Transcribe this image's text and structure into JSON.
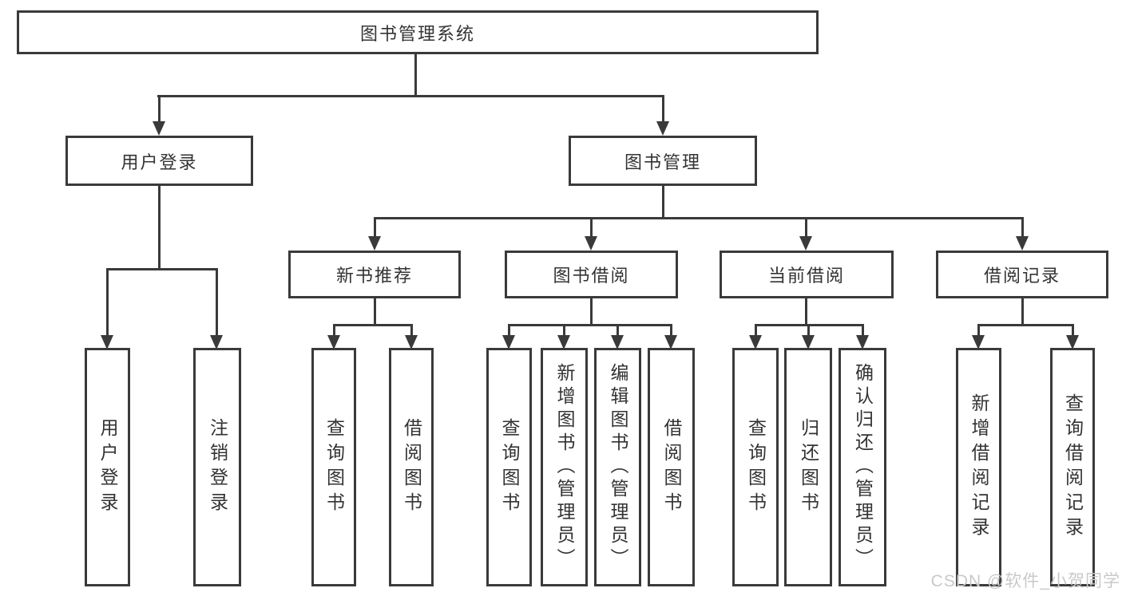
{
  "diagram": {
    "colors": {
      "line": "#3a3a3a",
      "text": "#333333",
      "watermark_text_color": "#c9c9c9",
      "background": "#ffffff"
    },
    "root": {
      "label": "图书管理系统"
    },
    "level2": [
      {
        "label": "用户登录"
      },
      {
        "label": "图书管理"
      }
    ],
    "level3": [
      {
        "label": "新书推荐",
        "parent": "图书管理"
      },
      {
        "label": "图书借阅",
        "parent": "图书管理"
      },
      {
        "label": "当前借阅",
        "parent": "图书管理"
      },
      {
        "label": "借阅记录",
        "parent": "图书管理"
      }
    ],
    "leaves": [
      {
        "label": "用户登录",
        "parent": "用户登录"
      },
      {
        "label": "注销登录",
        "parent": "用户登录"
      },
      {
        "label": "查询图书",
        "parent": "新书推荐"
      },
      {
        "label": "借阅图书",
        "parent": "新书推荐"
      },
      {
        "label": "查询图书",
        "parent": "图书借阅"
      },
      {
        "label": "新增图书（管理员）",
        "parent": "图书借阅"
      },
      {
        "label": "编辑图书（管理员）",
        "parent": "图书借阅"
      },
      {
        "label": "借阅图书",
        "parent": "图书借阅"
      },
      {
        "label": "查询图书",
        "parent": "当前借阅"
      },
      {
        "label": "归还图书",
        "parent": "当前借阅"
      },
      {
        "label": "确认归还（管理员）",
        "parent": "当前借阅"
      },
      {
        "label": "新增借阅记录",
        "parent": "借阅记录"
      },
      {
        "label": "查询借阅记录",
        "parent": "借阅记录"
      }
    ]
  },
  "watermark": {
    "text": "CSDN @软件_小贺同学"
  }
}
